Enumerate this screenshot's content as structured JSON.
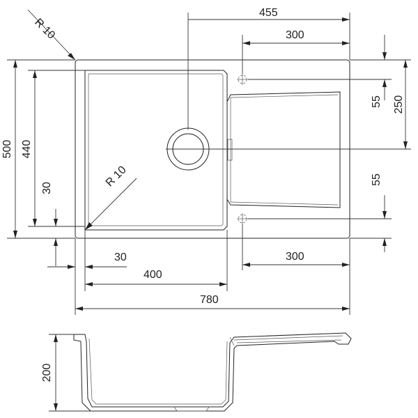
{
  "drawing": {
    "top_view": {
      "radius_outer": "R 10",
      "radius_inner": "R 10",
      "width_455": "455",
      "width_300_top": "300",
      "depth_55_top": "55",
      "depth_250": "250",
      "depth_55_bottom": "55",
      "height_500": "500",
      "height_440": "440",
      "height_30": "30",
      "offset_30": "30",
      "width_400": "400",
      "width_300_bottom": "300",
      "width_780": "780"
    },
    "side_view": {
      "depth_200": "200"
    }
  }
}
